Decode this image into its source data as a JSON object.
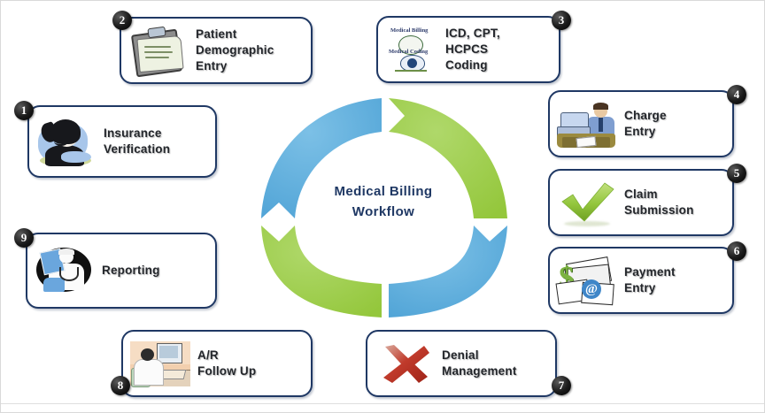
{
  "diagram": {
    "center_title": "Medical Billing\nWorkflow",
    "colors": {
      "box_border": "#1f3864",
      "arrow_blue": "#5eaedd",
      "arrow_green": "#9ecc4a",
      "title_text": "#1f3864",
      "badge_fill": "#111111",
      "label_text": "#23262b",
      "page_border": "#d9d9d9"
    },
    "steps": [
      {
        "number": "1",
        "label": "Insurance\nVerification",
        "icon": "headset-agent-icon"
      },
      {
        "number": "2",
        "label": "Patient\nDemographic\nEntry",
        "icon": "clipboard-icon"
      },
      {
        "number": "3",
        "label": "ICD, CPT,\nHCPCS\nCoding",
        "icon": "medical-billing-coding-logo-icon"
      },
      {
        "number": "4",
        "label": "Charge\nEntry",
        "icon": "desk-computer-user-icon"
      },
      {
        "number": "5",
        "label": "Claim\nSubmission",
        "icon": "green-checkmark-icon"
      },
      {
        "number": "6",
        "label": "Payment\nEntry",
        "icon": "money-envelope-icon"
      },
      {
        "number": "7",
        "label": "Denial\nManagement",
        "icon": "red-x-icon"
      },
      {
        "number": "8",
        "label": "A/R\nFollow Up",
        "icon": "office-worker-desk-icon"
      },
      {
        "number": "9",
        "label": "Reporting",
        "icon": "doctor-xray-icon"
      }
    ],
    "icon_logo_text": {
      "line1": "Medical Billing",
      "line2": "Medical Coding"
    },
    "arrows": [
      {
        "name": "arrow-top-left",
        "color": "blue"
      },
      {
        "name": "arrow-top-right",
        "color": "green"
      },
      {
        "name": "arrow-bottom-right",
        "color": "blue"
      },
      {
        "name": "arrow-bottom-left",
        "color": "green"
      }
    ]
  }
}
